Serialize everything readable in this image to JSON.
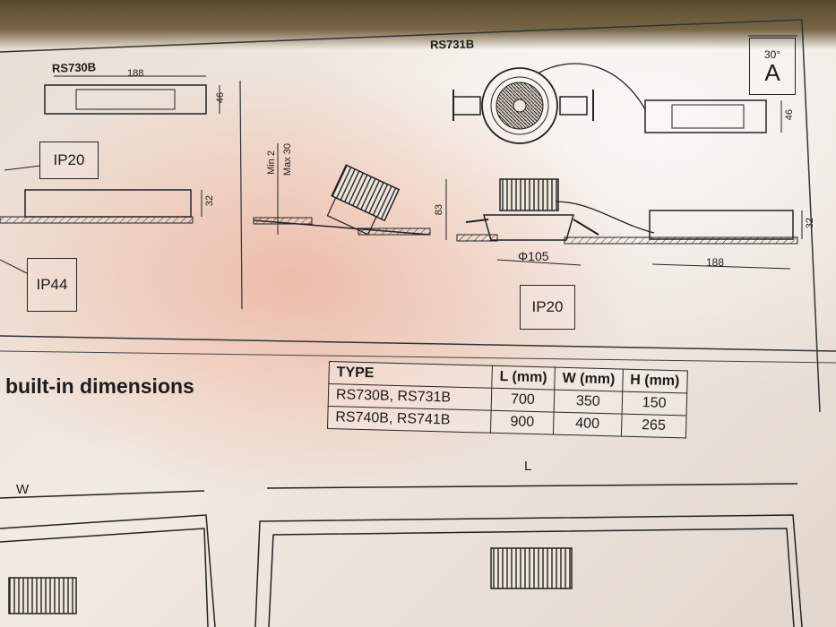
{
  "labels": {
    "rs730": "RS730B",
    "rs731": "RS731B",
    "dim_188_top": "188",
    "dim_46_left": "46",
    "dim_32_left": "32",
    "min": "Min 2",
    "max": "Max 30",
    "dim_83": "83",
    "phi": "Φ105",
    "dim_46_right": "46",
    "dim_32_right": "32",
    "dim_188_right": "188",
    "beam_angle": "30°",
    "beam_icon_glyph": "A",
    "w_label": "W",
    "l_label": "L"
  },
  "badges": {
    "ip20_left": "IP20",
    "ip44": "IP44",
    "ip20_center": "IP20"
  },
  "section": {
    "title": "built-in dimensions"
  },
  "table": {
    "headers": [
      "TYPE",
      "L (mm)",
      "W (mm)",
      "H (mm)"
    ],
    "rows": [
      [
        "RS730B, RS731B",
        "700",
        "350",
        "150"
      ],
      [
        "RS740B, RS741B",
        "900",
        "400",
        "265"
      ]
    ]
  }
}
